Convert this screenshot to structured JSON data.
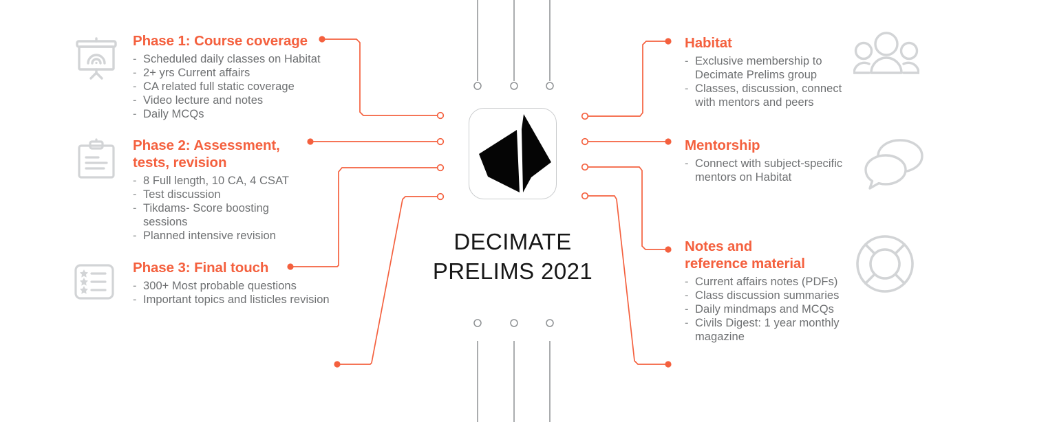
{
  "brand": {
    "accent": "#f4603e",
    "body_text": "#6e7072",
    "icon_gray": "#d2d4d6",
    "wire_gray": "#8d9093"
  },
  "center": {
    "title": "DECIMATE\nPRELIMS 2021",
    "logo_name": "decimate-prelims-logo"
  },
  "left_sections": [
    {
      "id": "phase-1",
      "icon": "projector-screen-icon",
      "title": "Phase 1: Course coverage",
      "bullets": [
        "Scheduled daily classes on Habitat",
        "2+ yrs Current affairs",
        "CA related full static coverage",
        "Video lecture and notes",
        "Daily MCQs"
      ]
    },
    {
      "id": "phase-2",
      "icon": "clipboard-icon",
      "title": "Phase 2: Assessment,\n          tests, revision",
      "bullets": [
        "8 Full length, 10 CA, 4 CSAT",
        "Test discussion",
        "Tikdams- Score boosting\nsessions",
        "Planned intensive revision"
      ]
    },
    {
      "id": "phase-3",
      "icon": "checklist-icon",
      "title": "Phase 3: Final touch",
      "bullets": [
        "300+ Most probable questions",
        "Important topics and listicles revision"
      ]
    }
  ],
  "right_sections": [
    {
      "id": "habitat",
      "icon": "people-group-icon",
      "title": "Habitat",
      "bullets": [
        "Exclusive membership to\nDecimate Prelims group",
        "Classes, discussion, connect\nwith mentors and peers"
      ]
    },
    {
      "id": "mentorship",
      "icon": "speech-bubbles-icon",
      "title": "Mentorship",
      "bullets": [
        "Connect with subject-specific\nmentors on Habitat"
      ]
    },
    {
      "id": "notes-and-reference-material",
      "icon": "lifebuoy-icon",
      "title": "Notes and\nreference material",
      "bullets": [
        "Current affairs notes (PDFs)",
        "Class discussion summaries",
        "Daily mindmaps and MCQs",
        "Civils Digest: 1 year monthly\nmagazine"
      ]
    }
  ],
  "bullet_marker": "-"
}
